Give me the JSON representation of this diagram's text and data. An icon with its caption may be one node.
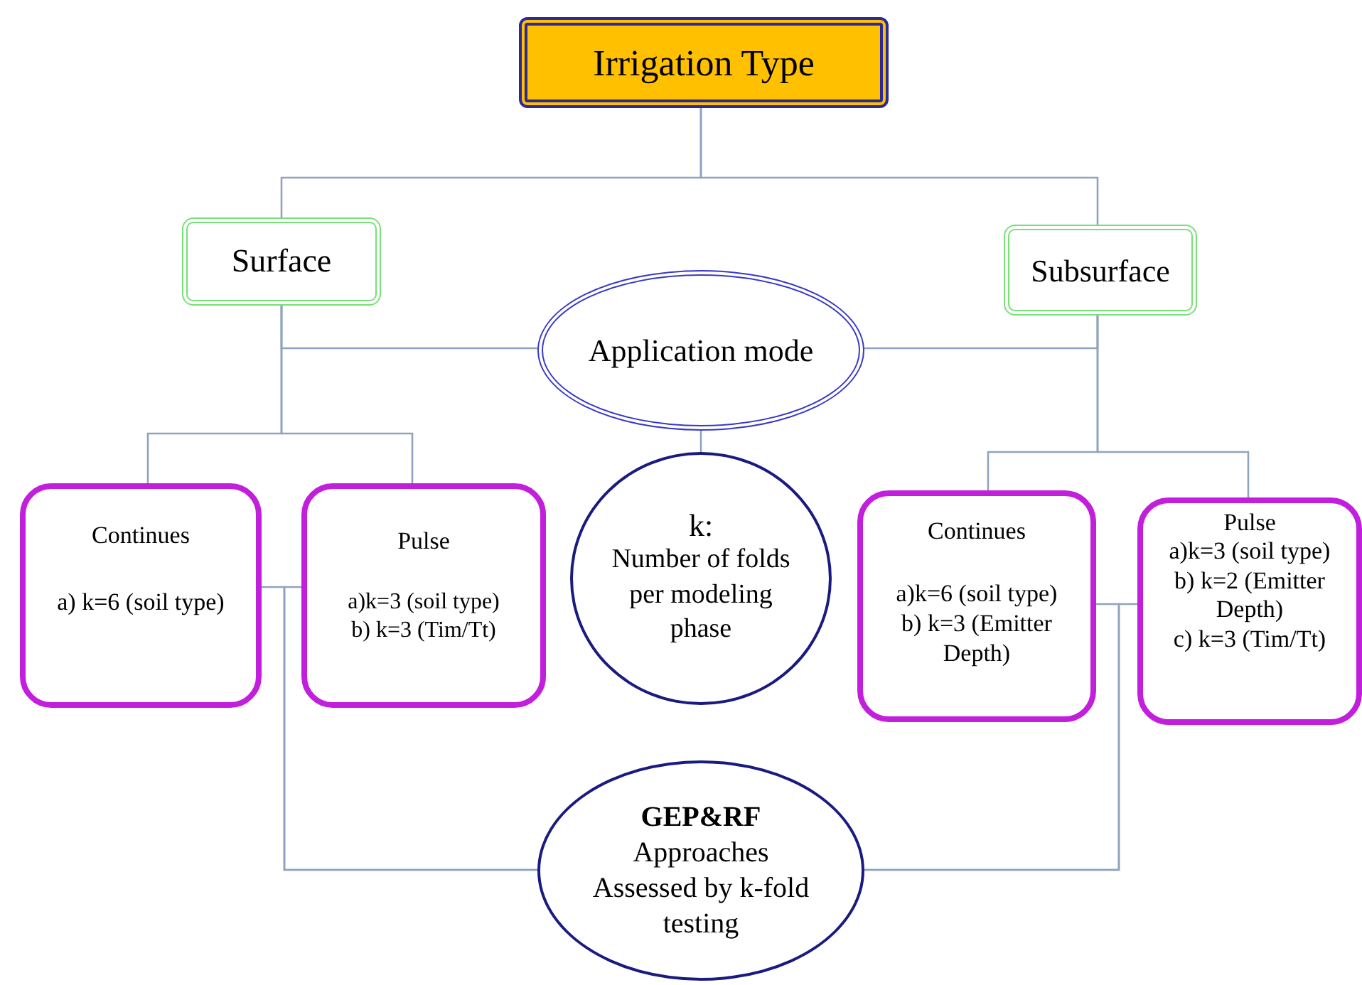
{
  "diagram": {
    "nodes": [
      {
        "text": [
          "Irrigation Type"
        ]
      },
      {
        "text": [
          "Surface"
        ]
      },
      {
        "text": [
          "Subsurface"
        ]
      },
      {
        "text": [
          "Application mode"
        ]
      },
      {
        "text": [
          "Continues",
          "a) k=6 (soil type)"
        ]
      },
      {
        "text": [
          "Pulse",
          "a)k=3 (soil type)",
          "b) k=3 (Tim/Tt)"
        ]
      },
      {
        "text": [
          "k:",
          "Number of folds per modeling phase"
        ]
      },
      {
        "text": [
          "Continues",
          "a)k=6 (soil type)",
          "b) k=3 (Emitter Depth)"
        ]
      },
      {
        "text": [
          "Pulse",
          "a)k=3 (soil type)",
          "b) k=2 (Emitter Depth)",
          "c) k=3 (Tim/Tt)"
        ]
      },
      {
        "text": [
          "GEP&RF",
          "Approaches Assessed by k-fold testing"
        ]
      }
    ],
    "edges": [
      {
        "from": 0,
        "to": 1,
        "arrow": "none"
      },
      {
        "from": 0,
        "to": 2,
        "arrow": "none"
      },
      {
        "from": 1,
        "to": 3,
        "arrow": "none"
      },
      {
        "from": 2,
        "to": 3,
        "arrow": "none"
      },
      {
        "from": 1,
        "to": 4,
        "arrow": "none"
      },
      {
        "from": 1,
        "to": 5,
        "arrow": "none"
      },
      {
        "from": 2,
        "to": 7,
        "arrow": "none"
      },
      {
        "from": 2,
        "to": 8,
        "arrow": "none"
      },
      {
        "from": 3,
        "to": 6,
        "arrow": "none"
      },
      {
        "from": 4,
        "to": 9,
        "arrow": "none"
      },
      {
        "from": 5,
        "to": 9,
        "arrow": "none"
      },
      {
        "from": 7,
        "to": 9,
        "arrow": "none"
      },
      {
        "from": 8,
        "to": 9,
        "arrow": "none"
      }
    ]
  }
}
